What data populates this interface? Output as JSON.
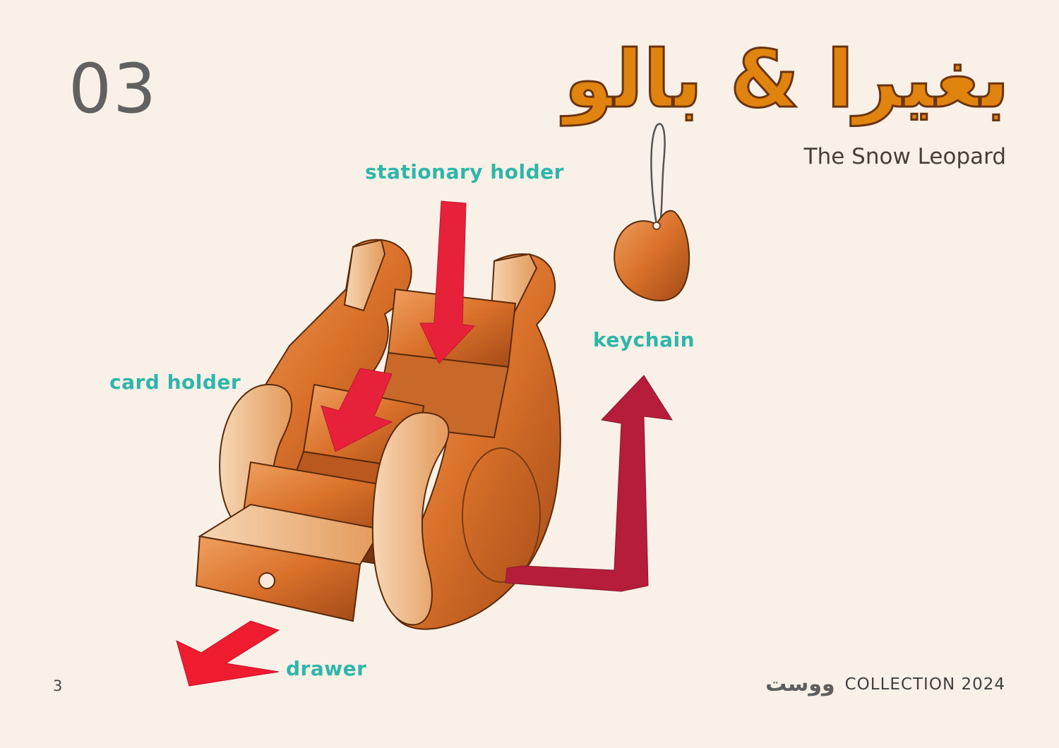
{
  "page": {
    "number_large": "03",
    "title_ar": "بغيرا & بالو",
    "subtitle": "The Snow Leopard",
    "page_number": "3",
    "brand_ar": "ووست",
    "collection": "COLLECTION 2024"
  },
  "labels": {
    "stationary_holder": "stationary holder",
    "card_holder": "card holder",
    "keychain": "keychain",
    "drawer": "drawer"
  },
  "colors": {
    "background": "#f9f1e7",
    "title_orange": "#e0830f",
    "label_teal": "#2fb5a9",
    "arrow_red": "#e8213b",
    "arrow_dark_red": "#b51d3a",
    "wood": "#d9712a"
  }
}
